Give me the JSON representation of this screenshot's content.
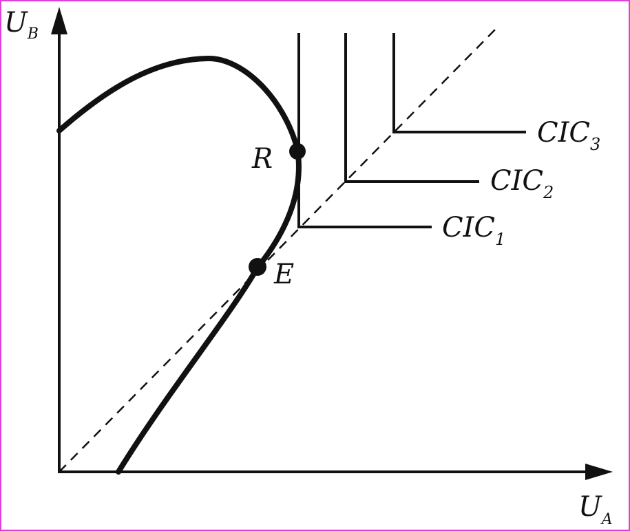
{
  "axes": {
    "y_label_main": "U",
    "y_label_sub": "B",
    "x_label_main": "U",
    "x_label_sub": "A"
  },
  "points": {
    "R": "R",
    "E": "E"
  },
  "contours": [
    {
      "main": "CIC",
      "sub": "1"
    },
    {
      "main": "CIC",
      "sub": "2"
    },
    {
      "main": "CIC",
      "sub": "3"
    }
  ],
  "colors": {
    "ink": "#111111",
    "border": "#e040d8"
  }
}
